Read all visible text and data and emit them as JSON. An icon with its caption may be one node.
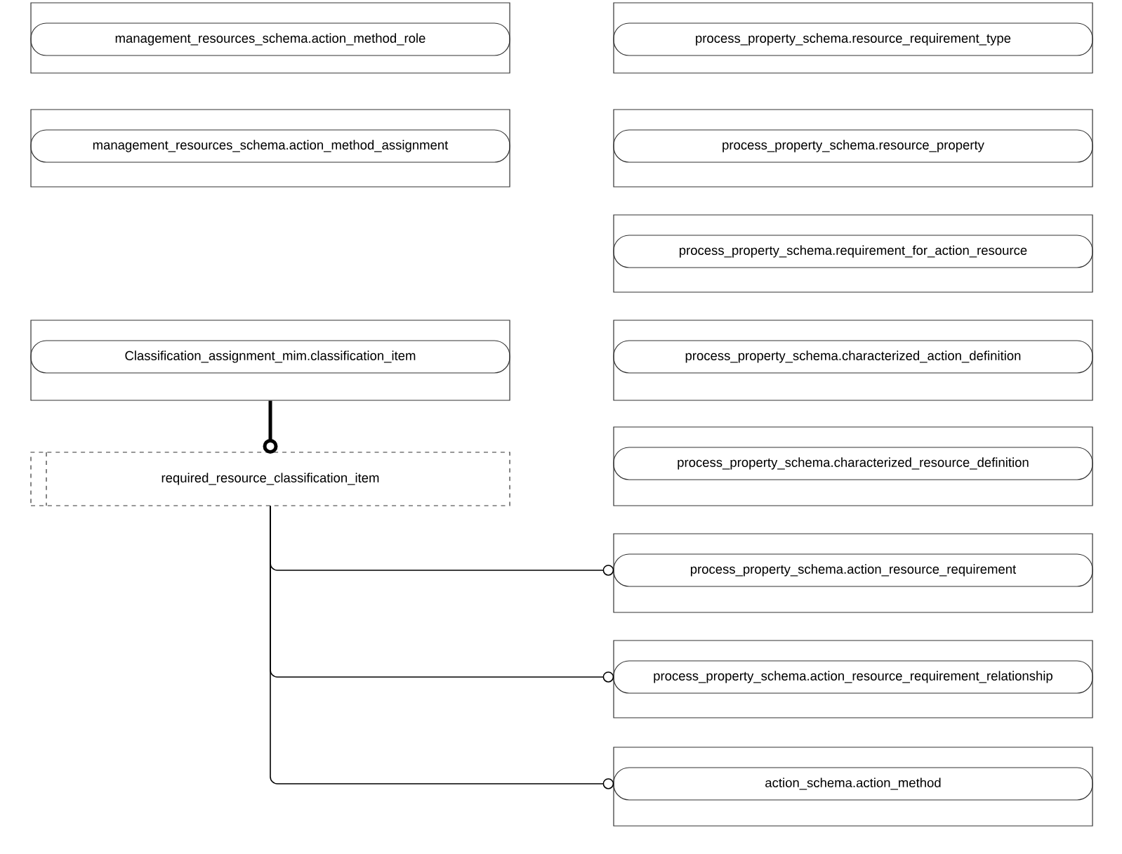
{
  "diagram": {
    "nodes": [
      {
        "text": [],
        "shape": "box"
      },
      {
        "text": [
          "management_resources_schema.action_method_role"
        ],
        "in": 0
      },
      {
        "text": [],
        "shape": "box"
      },
      {
        "text": [
          "management_resources_schema.action_method_assignment"
        ],
        "in": 2
      },
      {
        "text": [],
        "shape": "box"
      },
      {
        "text": [
          "Classification_assignment_mim.classification_item"
        ],
        "in": 4
      },
      {
        "text": [
          "required_resource_classification_item"
        ]
      },
      {
        "text": [],
        "shape": "box"
      },
      {
        "text": [
          "process_property_schema.resource_requirement_type"
        ],
        "in": 7
      },
      {
        "text": [],
        "shape": "box"
      },
      {
        "text": [
          "process_property_schema.resource_property"
        ],
        "in": 9
      },
      {
        "text": [],
        "shape": "box"
      },
      {
        "text": [
          "process_property_schema.requirement_for_action_resource"
        ],
        "in": 11
      },
      {
        "text": [],
        "shape": "box"
      },
      {
        "text": [
          "process_property_schema.characterized_action_definition"
        ],
        "in": 13
      },
      {
        "text": [],
        "shape": "box"
      },
      {
        "text": [
          "process_property_schema.characterized_resource_definition"
        ],
        "in": 15
      },
      {
        "text": [],
        "shape": "box"
      },
      {
        "text": [
          "process_property_schema.action_resource_requirement"
        ],
        "in": 17
      },
      {
        "text": [],
        "shape": "box"
      },
      {
        "text": [
          "process_property_schema.action_resource_requirement_relationship"
        ],
        "in": 19
      },
      {
        "text": [],
        "shape": "box"
      },
      {
        "text": [
          "action_schema.action_method"
        ],
        "in": 21
      }
    ],
    "edges": [
      {
        "from": 4,
        "to": 6,
        "arrow": "other",
        "style": "thick"
      },
      {
        "from": 6,
        "to": 18,
        "arrow": "other"
      },
      {
        "from": 6,
        "to": 20,
        "arrow": "other"
      },
      {
        "from": 6,
        "to": 22,
        "arrow": "other"
      }
    ]
  }
}
